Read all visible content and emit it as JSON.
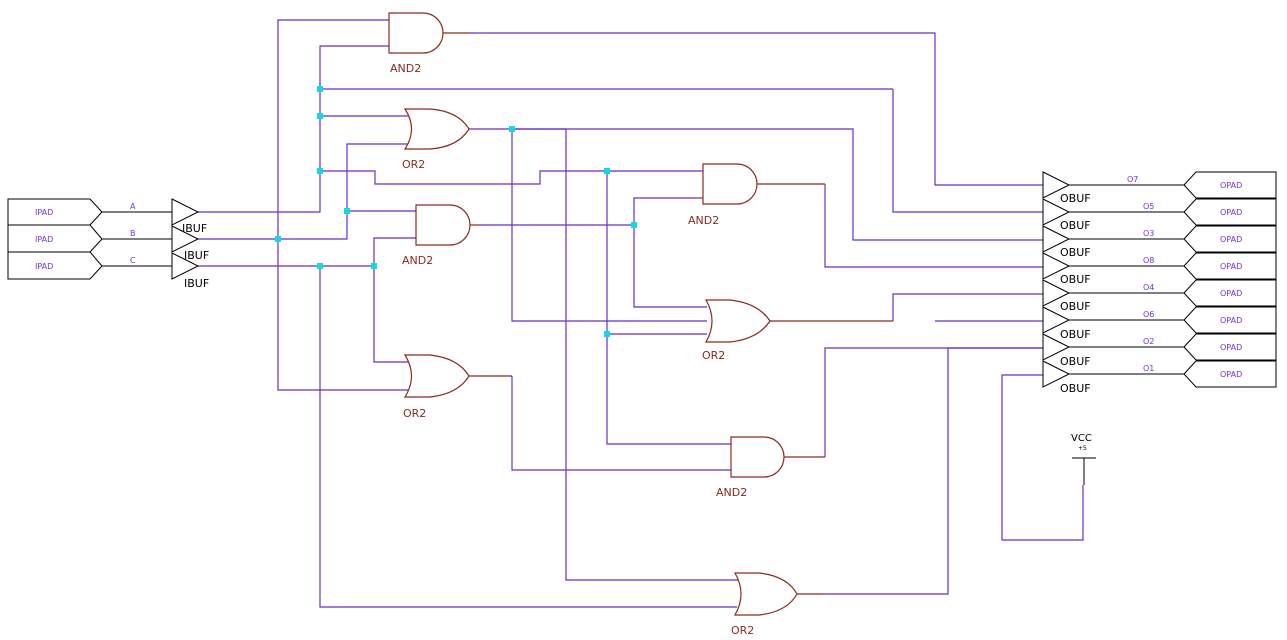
{
  "input_pads": [
    {
      "pad_label": "IPAD",
      "net_label": "A",
      "buffer_label": "IBUF"
    },
    {
      "pad_label": "IPAD",
      "net_label": "B",
      "buffer_label": "IBUF"
    },
    {
      "pad_label": "IPAD",
      "net_label": "C",
      "buffer_label": "IBUF"
    }
  ],
  "gates": [
    {
      "id": "g1",
      "type": "AND",
      "label": "AND2"
    },
    {
      "id": "g2",
      "type": "OR",
      "label": "OR2"
    },
    {
      "id": "g3",
      "type": "AND",
      "label": "AND2"
    },
    {
      "id": "g4",
      "type": "OR",
      "label": "OR2"
    },
    {
      "id": "g5",
      "type": "AND",
      "label": "AND2"
    },
    {
      "id": "g6",
      "type": "OR",
      "label": "OR2"
    },
    {
      "id": "g7",
      "type": "AND",
      "label": "AND2"
    },
    {
      "id": "g8",
      "type": "OR",
      "label": "OR2"
    }
  ],
  "output_pads": [
    {
      "net_label": "O7",
      "buffer_label": "OBUF",
      "pad_label": "OPAD"
    },
    {
      "net_label": "O5",
      "buffer_label": "OBUF",
      "pad_label": "OPAD"
    },
    {
      "net_label": "O3",
      "buffer_label": "OBUF",
      "pad_label": "OPAD"
    },
    {
      "net_label": "O8",
      "buffer_label": "OBUF",
      "pad_label": "OPAD"
    },
    {
      "net_label": "O4",
      "buffer_label": "OBUF",
      "pad_label": "OPAD"
    },
    {
      "net_label": "O6",
      "buffer_label": "OBUF",
      "pad_label": "OPAD"
    },
    {
      "net_label": "O2",
      "buffer_label": "OBUF",
      "pad_label": "OPAD"
    },
    {
      "net_label": "O1",
      "buffer_label": "OBUF",
      "pad_label": "OPAD"
    }
  ],
  "power": {
    "label": "VCC",
    "sublabel": "+5"
  },
  "colors": {
    "wire": "#6a2fc7",
    "gate": "#8b2a1c",
    "junction": "#11d9e8",
    "pad_text": "#7a2ee0"
  }
}
